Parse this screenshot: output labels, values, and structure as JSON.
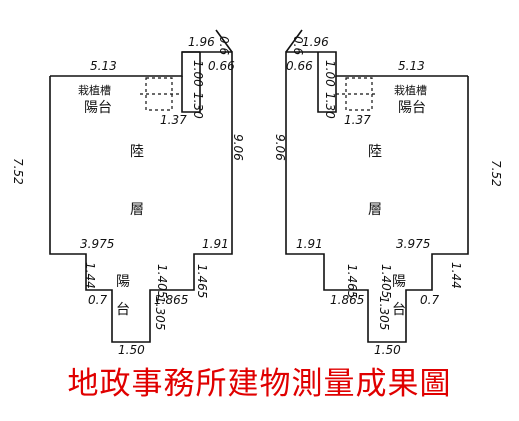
{
  "caption": "地政事務所建物測量成果圖",
  "left_plan": {
    "top_width": "5.13",
    "notch_top": "1.96",
    "notch_top_small": "0.6",
    "notch_right": "0.66",
    "notch_inner_1": "1.00",
    "notch_inner_2": "1.30",
    "notch_inner_3": "1.37",
    "left_height": "7.52",
    "right_height": "9.06",
    "planter_label": "栽植槽",
    "balcony_label": "陽台",
    "floor_char_1": "陸",
    "floor_char_2": "層",
    "bottom_left": "3.975",
    "bottom_right": "1.91",
    "stub_left_height": "1.44",
    "stub_left_width": "0.7",
    "stub_mid_a": "1.405",
    "stub_mid_b": "1.305",
    "stub_right_height": "1.465",
    "stub_right_width": "1.865",
    "stub_bottom": "1.50",
    "lower_balcony_label_1": "陽",
    "lower_balcony_label_2": "台"
  },
  "right_plan": {
    "top_width": "5.13",
    "notch_top": "1.96",
    "notch_top_small": "0.6",
    "notch_left": "0.66",
    "notch_inner_1": "1.00",
    "notch_inner_2": "1.30",
    "notch_inner_3": "1.37",
    "left_height": "9.06",
    "right_height": "7.52",
    "planter_label": "栽植槽",
    "balcony_label": "陽台",
    "floor_char_1": "陸",
    "floor_char_2": "層",
    "bottom_left": "1.91",
    "bottom_right": "3.975",
    "stub_left_height": "1.465",
    "stub_left_width": "1.865",
    "stub_mid_a": "1.405",
    "stub_mid_b": "1.305",
    "stub_right_height": "1.44",
    "stub_right_width": "0.7",
    "stub_bottom": "1.50",
    "lower_balcony_label_1": "陽",
    "lower_balcony_label_2": "台"
  }
}
